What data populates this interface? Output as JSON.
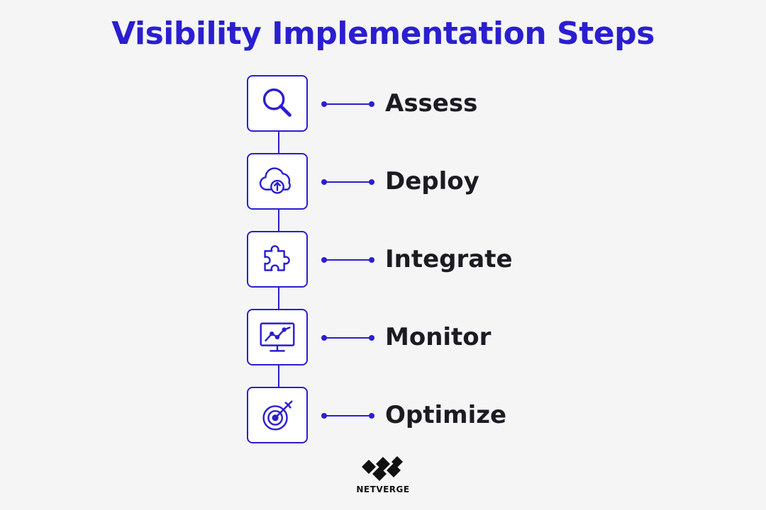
{
  "title": "Visibility Implementation Steps",
  "accent_color": "#2a1ed0",
  "steps": [
    {
      "label": "Assess",
      "icon": "magnifier-icon"
    },
    {
      "label": "Deploy",
      "icon": "cloud-upload-icon"
    },
    {
      "label": "Integrate",
      "icon": "puzzle-piece-icon"
    },
    {
      "label": "Monitor",
      "icon": "monitor-chart-icon"
    },
    {
      "label": "Optimize",
      "icon": "target-arrow-icon"
    }
  ],
  "logo": {
    "text": "NETVERGE"
  }
}
